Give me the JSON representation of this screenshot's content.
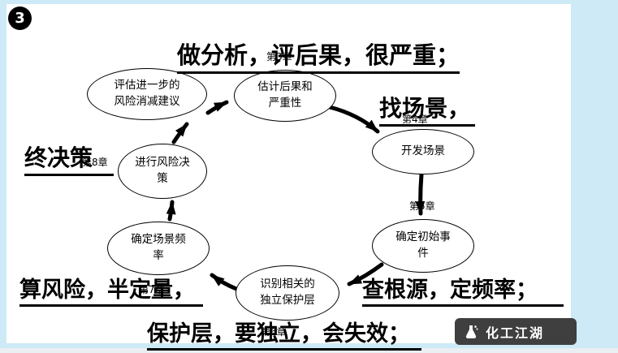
{
  "page": {
    "badge_number": "3",
    "colors": {
      "background": "#cdeaf6",
      "ink": "#000000",
      "watermark_bg": "#3f3f3f"
    }
  },
  "annotations": {
    "top": "做分析，评后果，很严重；",
    "find_scenario": "找场景，",
    "final_decision": "终决策",
    "calc_risk": "算风险，半定量，",
    "root_cause": "查根源，定频率；",
    "protection_layer": "保护层，要独立，会失效；"
  },
  "chapters": {
    "ch3": "第3章",
    "ch4": "第4章",
    "ch5": "第5章",
    "ch6": "第6章",
    "ch7": "第7章",
    "ch8": "第8章"
  },
  "cycle_nodes": {
    "evaluate": {
      "line1": "评估进一步的",
      "line2": "风险消减建议"
    },
    "estimate": {
      "line1": "估计后果和",
      "line2": "严重性"
    },
    "develop": {
      "line1": "开发场景"
    },
    "initiating": {
      "line1": "确定初始事",
      "line2": "件"
    },
    "identify": {
      "line1": "识别相关的",
      "line2": "独立保护层"
    },
    "frequency": {
      "line1": "确定场景频",
      "line2": "率"
    },
    "decision": {
      "line1": "进行风险决",
      "line2": "策"
    }
  },
  "watermark": {
    "brand": "化工江湖"
  }
}
